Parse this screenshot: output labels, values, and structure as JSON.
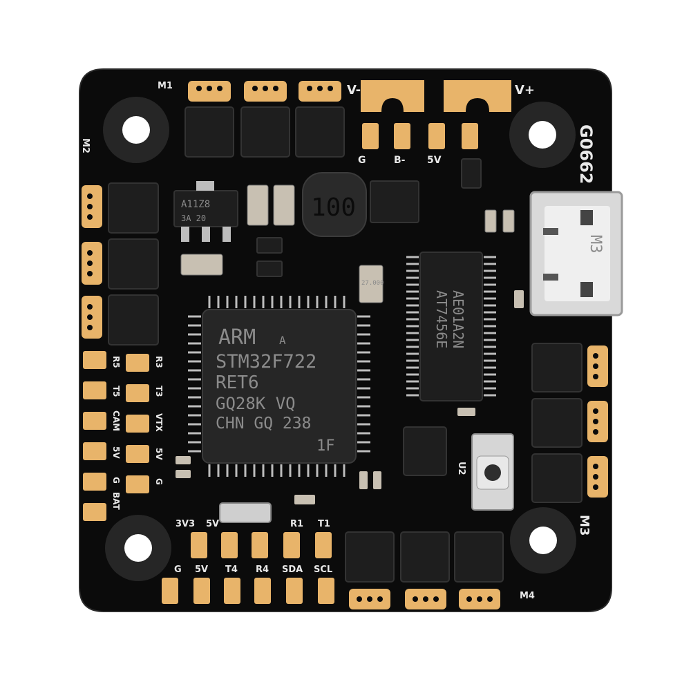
{
  "colors": {
    "background": "#ffffff",
    "pcb": "#0b0b0b",
    "gold": "#e8b46a",
    "chip": "#1e1e1e",
    "silk": "#e9e9e9"
  },
  "board": {
    "id_code": "G0662",
    "mcu": {
      "logo": "ARM",
      "logo_suffix": "A",
      "line1": "STM32F722",
      "line2": "RET6",
      "line3": "GQ28K VQ",
      "line4": "CHN GQ 238",
      "mark": "1F"
    },
    "osd_chip": {
      "line1": "AT7456E",
      "line2": "AE01A2N"
    },
    "reg_chip": {
      "line1": "A11Z8",
      "line2": "3A 20"
    },
    "crystal_label": "27.000",
    "usb_label": "M3",
    "motor_labels": {
      "m1": "M1",
      "m2": "M2",
      "m3": "M3",
      "m4": "M4"
    },
    "top_labels": {
      "minus": "V-",
      "plus": "V+",
      "g": "G",
      "b": "B-",
      "five_v": "5V"
    },
    "left_labels": [
      {
        "left": "R5",
        "right": "R3"
      },
      {
        "left": "T5",
        "right": "T3"
      },
      {
        "left": "CAM",
        "right": "VTX"
      },
      {
        "left": "5V",
        "right": "5V"
      },
      {
        "left": "G",
        "right": "G"
      },
      {
        "left": "BAT",
        "right": ""
      }
    ],
    "bottom_top_labels": [
      "3V3",
      "5V",
      "R1",
      "T1"
    ],
    "bottom_labels": [
      "G",
      "5V",
      "T4",
      "R4",
      "SDA",
      "SCL"
    ],
    "u2_label": "U2"
  }
}
